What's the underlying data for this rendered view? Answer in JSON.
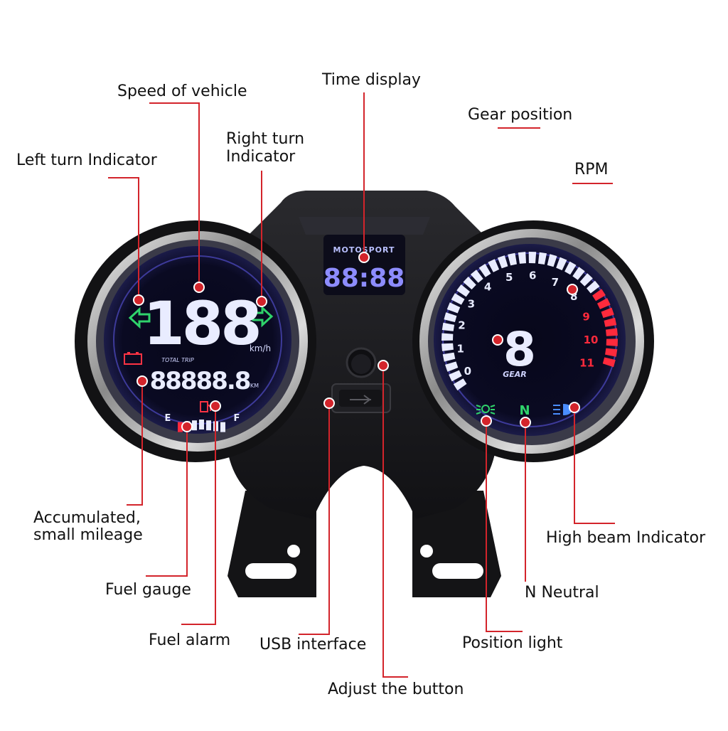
{
  "labels": {
    "speed_of_vehicle": "Speed of vehicle",
    "time_display": "Time display",
    "gear_position": "Gear position",
    "right_turn_line1": "Right turn",
    "right_turn_line2": "Indicator",
    "left_turn_indicator": "Left turn Indicator",
    "rpm": "RPM",
    "accumulated_line1": "Accumulated,",
    "accumulated_line2": "small mileage",
    "high_beam_indicator": "High beam Indicator",
    "fuel_gauge": "Fuel gauge",
    "n_neutral": "N Neutral",
    "fuel_alarm": "Fuel alarm",
    "usb_interface": "USB interface",
    "position_light": "Position light",
    "adjust_button": "Adjust the button"
  },
  "dashboard": {
    "brand": "MOTOSPORT",
    "clock": "88:88",
    "speedometer": {
      "speed_digits": "188",
      "speed_unit": "km/h",
      "trip_label": "TOTAL TRIP",
      "odometer": "88888.8",
      "odo_unit": "KM",
      "fuel_empty": "E",
      "fuel_full": "F"
    },
    "tachometer": {
      "scale": [
        "0",
        "1",
        "2",
        "3",
        "4",
        "5",
        "6",
        "7",
        "8",
        "9",
        "10",
        "11"
      ],
      "gear_digit": "8",
      "gear_label": "GEAR",
      "neutral_letter": "N"
    }
  },
  "colors": {
    "callout_line": "#d3242b",
    "dot": "#d3242b",
    "lcd_white": "#e9ecff",
    "lcd_glow": "#6f6cff",
    "turn_green": "#2fd36b",
    "redline": "#ff2a3c",
    "housing": "#1c1c1f"
  }
}
